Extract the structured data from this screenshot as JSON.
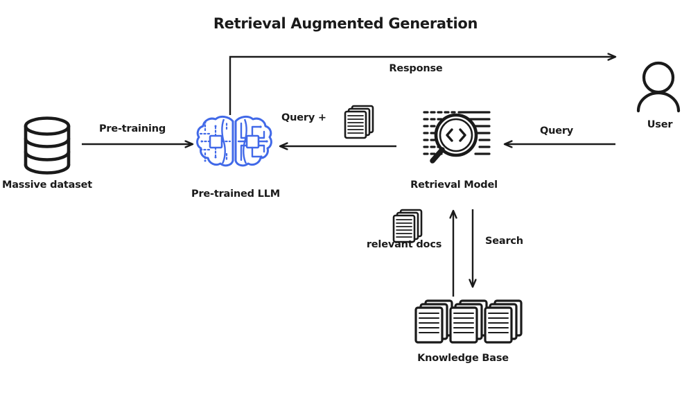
{
  "diagram": {
    "title": "Retrieval Augmented Generation",
    "type": "flow-diagram",
    "background_color": "#ffffff",
    "line_color": "#1a1a1a",
    "accent_color": "#4169e8"
  },
  "nodes": [
    {
      "id": "massive-dataset",
      "label": "Massive dataset",
      "icon": "database-cylinder-icon",
      "color": "#1a1a1a"
    },
    {
      "id": "pretrained-llm",
      "label": "Pre-trained LLM",
      "icon": "brain-circuit-icon",
      "color": "#4169e8"
    },
    {
      "id": "retrieval-model",
      "label": "Retrieval Model",
      "icon": "magnifying-glass-code-icon",
      "color": "#1a1a1a"
    },
    {
      "id": "user",
      "label": "User",
      "icon": "user-avatar-icon",
      "color": "#1a1a1a"
    },
    {
      "id": "knowledge-base",
      "label": "Knowledge Base",
      "icon": "document-stacks-icon",
      "color": "#1a1a1a"
    },
    {
      "id": "relevant-docs",
      "label": "relevant docs",
      "icon": "document-stack-icon",
      "color": "#1a1a1a"
    }
  ],
  "edges": [
    {
      "id": "pretraining",
      "label": "Pre-training",
      "from": "massive-dataset",
      "to": "pretrained-llm",
      "direction": "right"
    },
    {
      "id": "response",
      "label": "Response",
      "from": "pretrained-llm",
      "to": "user",
      "direction": "right"
    },
    {
      "id": "query",
      "label": "Query",
      "from": "user",
      "to": "retrieval-model",
      "direction": "left"
    },
    {
      "id": "query-plus",
      "label": "Query  +",
      "from": "retrieval-model",
      "to": "pretrained-llm",
      "direction": "left",
      "icon": "document-stack-icon"
    },
    {
      "id": "search",
      "label": "Search",
      "from": "retrieval-model",
      "to": "knowledge-base",
      "direction": "down"
    },
    {
      "id": "retrieve",
      "label": "",
      "from": "knowledge-base",
      "to": "retrieval-model",
      "direction": "up"
    }
  ]
}
